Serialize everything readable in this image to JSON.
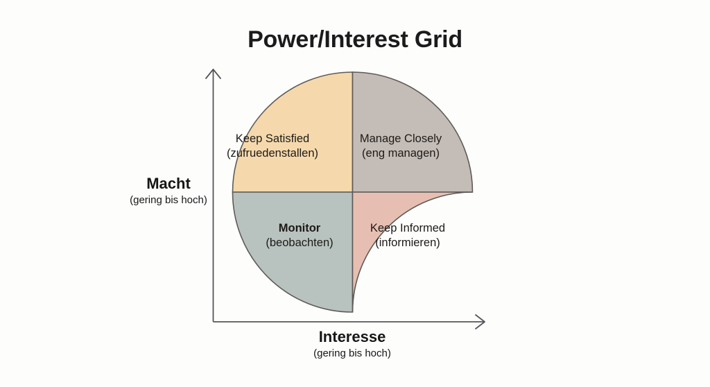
{
  "title": "Power/Interest Grid",
  "colors": {
    "background": "#fdfdfc",
    "keep_satisfied_fill": "#f5d9ac",
    "manage_closely_fill": "#c4bcb6",
    "monitor_fill": "#b8c3bf",
    "keep_informed_fill": "#e7bfb2",
    "stroke": "#5e5a57",
    "axis": "#4a4a4a",
    "text": "#1d1a18"
  },
  "chart_data": {
    "type": "pie",
    "title": "Power/Interest Grid",
    "xlabel": "Interesse",
    "ylabel": "Macht",
    "quadrants": [
      {
        "id": "keep-satisfied",
        "position": "top-left",
        "label_en": "Keep Satisfied",
        "label_de": "(zufruedenstallen)",
        "bold": false,
        "power": "hoch",
        "interest": "gering",
        "color": "#f5d9ac"
      },
      {
        "id": "manage-closely",
        "position": "top-right",
        "label_en": "Manage Closely",
        "label_de": "(eng managen)",
        "bold": false,
        "power": "hoch",
        "interest": "hoch",
        "color": "#c4bcb6"
      },
      {
        "id": "monitor",
        "position": "bottom-left",
        "label_en": "Monitor",
        "label_de": "(beobachten)",
        "bold": true,
        "power": "gering",
        "interest": "gering",
        "color": "#b8c3bf"
      },
      {
        "id": "keep-informed",
        "position": "bottom-right",
        "label_en": "Keep Informed",
        "label_de": "(informieren)",
        "bold": false,
        "power": "gering",
        "interest": "hoch",
        "color": "#e7bfb2"
      }
    ]
  },
  "axes": {
    "y": {
      "title": "Macht",
      "subtitle": "(gering bis hoch)",
      "arrow": "up-arrow-icon"
    },
    "x": {
      "title": "Interesse",
      "subtitle": "(gering bis hoch)",
      "arrow": "right-arrow-icon"
    }
  }
}
